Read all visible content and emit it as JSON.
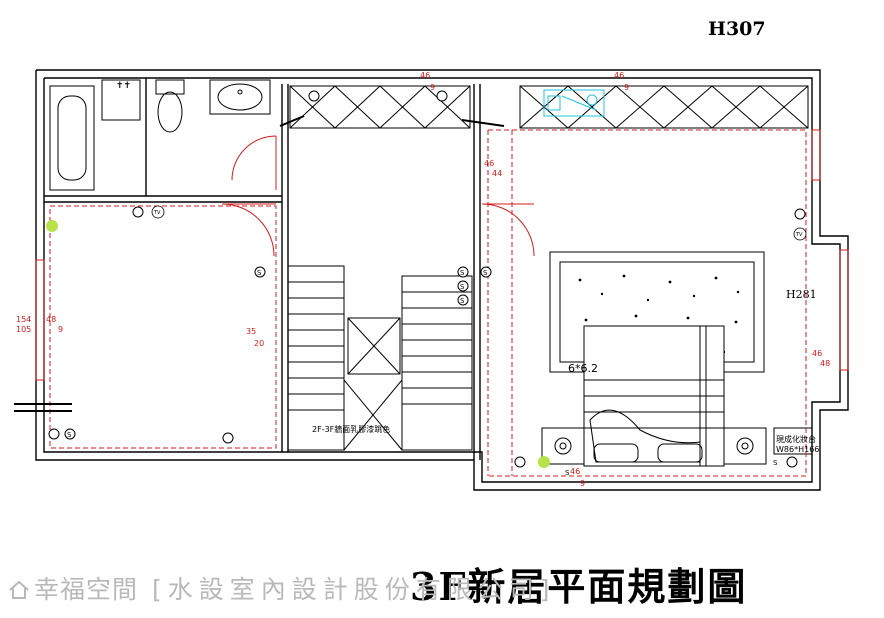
{
  "header": {
    "plan_code": "H307"
  },
  "footer": {
    "title": "3F新居平面規劃圖",
    "watermark_brand": "幸福空間",
    "watermark_company": "[水設室內設計股份有限公司]"
  },
  "plan": {
    "height_label_right": "H281",
    "stair_note": "2F-3F牆面乳膠漆跳色",
    "bed_size": "6*6.2",
    "vanity_label": "現成化妝台",
    "vanity_size": "W86*H166",
    "dimension_marks": [
      "46",
      "9",
      "46",
      "9",
      "46",
      "44",
      "154",
      "105",
      "48",
      "9",
      "35",
      "20",
      "46",
      "48",
      "46",
      "9"
    ],
    "outlet_symbol": "S",
    "tv_symbol": "TV",
    "colors": {
      "wall": "#000000",
      "dimension": "#d41c1c",
      "highlight_cyan": "#22c4e0",
      "marker_green": "#b8e24a"
    }
  }
}
